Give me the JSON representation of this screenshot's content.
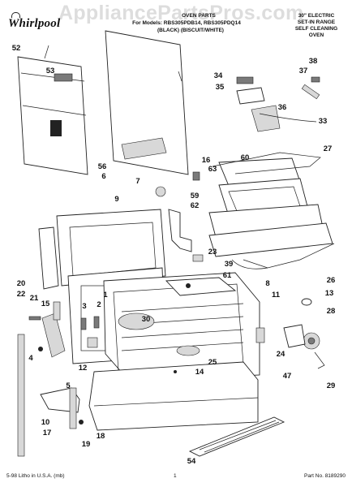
{
  "header": {
    "brand": "Whirlpool",
    "watermark": "AppliancePartsPros.com",
    "section_title": "OVEN PARTS",
    "models_line1": "For Models: RBS305PDB14, RBS305PDQ14",
    "models_line2": "(BLACK)   (BISCUIT/WHITE)",
    "product_line1": "30\" ELECTRIC",
    "product_line2": "SET-IN RANGE",
    "product_line3": "SELF CLEANING",
    "product_line4": "OVEN"
  },
  "footer": {
    "printed": "5-98 Litho in U.S.A. (mb)",
    "page": "1",
    "part_no": "Part No. 8189290"
  },
  "callouts": [
    "52",
    "53",
    "56",
    "6",
    "7",
    "16",
    "63",
    "60",
    "27",
    "34",
    "35",
    "36",
    "38",
    "37",
    "33",
    "9",
    "59",
    "62",
    "23",
    "39",
    "61",
    "26",
    "20",
    "22",
    "21",
    "15",
    "1",
    "2",
    "3",
    "8",
    "11",
    "13",
    "28",
    "30",
    "4",
    "12",
    "25",
    "14",
    "24",
    "29",
    "5",
    "47",
    "10",
    "17",
    "18",
    "19",
    "54"
  ]
}
